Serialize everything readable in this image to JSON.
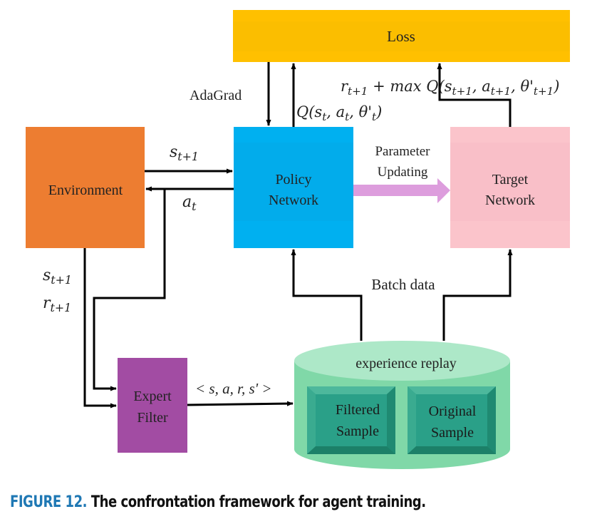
{
  "diagram": {
    "nodes": {
      "loss": {
        "label": "Loss",
        "color": "#ffc000"
      },
      "environment": {
        "label": "Environment",
        "color": "#ed7d31"
      },
      "policy_network": {
        "line1": "Policy",
        "line2": "Network",
        "color": "#00b0f0"
      },
      "target_network": {
        "line1": "Target",
        "line2": "Network",
        "color": "#fbc4cb"
      },
      "expert_filter": {
        "line1": "Expert",
        "line2": "Filter",
        "color": "#a24ca3"
      },
      "experience_replay": {
        "label": "experience replay",
        "color": "#80d8a8",
        "top_color": "#ade8c8"
      },
      "filtered_sample": {
        "line1": "Filtered",
        "line2": "Sample",
        "color": "#2a9d84"
      },
      "original_sample": {
        "line1": "Original",
        "line2": "Sample",
        "color": "#2a9d84"
      }
    },
    "edge_labels": {
      "adagrad": "AdaGrad",
      "q_policy": "Q(s",
      "q_policy_full": "Q(s_t, a_t, θ'_t)",
      "target_expr": "r_{t+1} + max Q(s_{t+1}, a_{t+1}, θ'_{t+1})",
      "state_next": "s_{t+1}",
      "action": "a_t",
      "param_line1": "Parameter",
      "param_line2": "Updating",
      "env_state": "s_{t+1}",
      "env_reward": "r_{t+1}",
      "transition": "< s, a, r, s' >",
      "batch_data": "Batch data"
    },
    "param_arrow_color": "#dd9ddd"
  },
  "caption": {
    "figure_label": "FIGURE 12.",
    "text": "The confrontation framework for agent training."
  }
}
